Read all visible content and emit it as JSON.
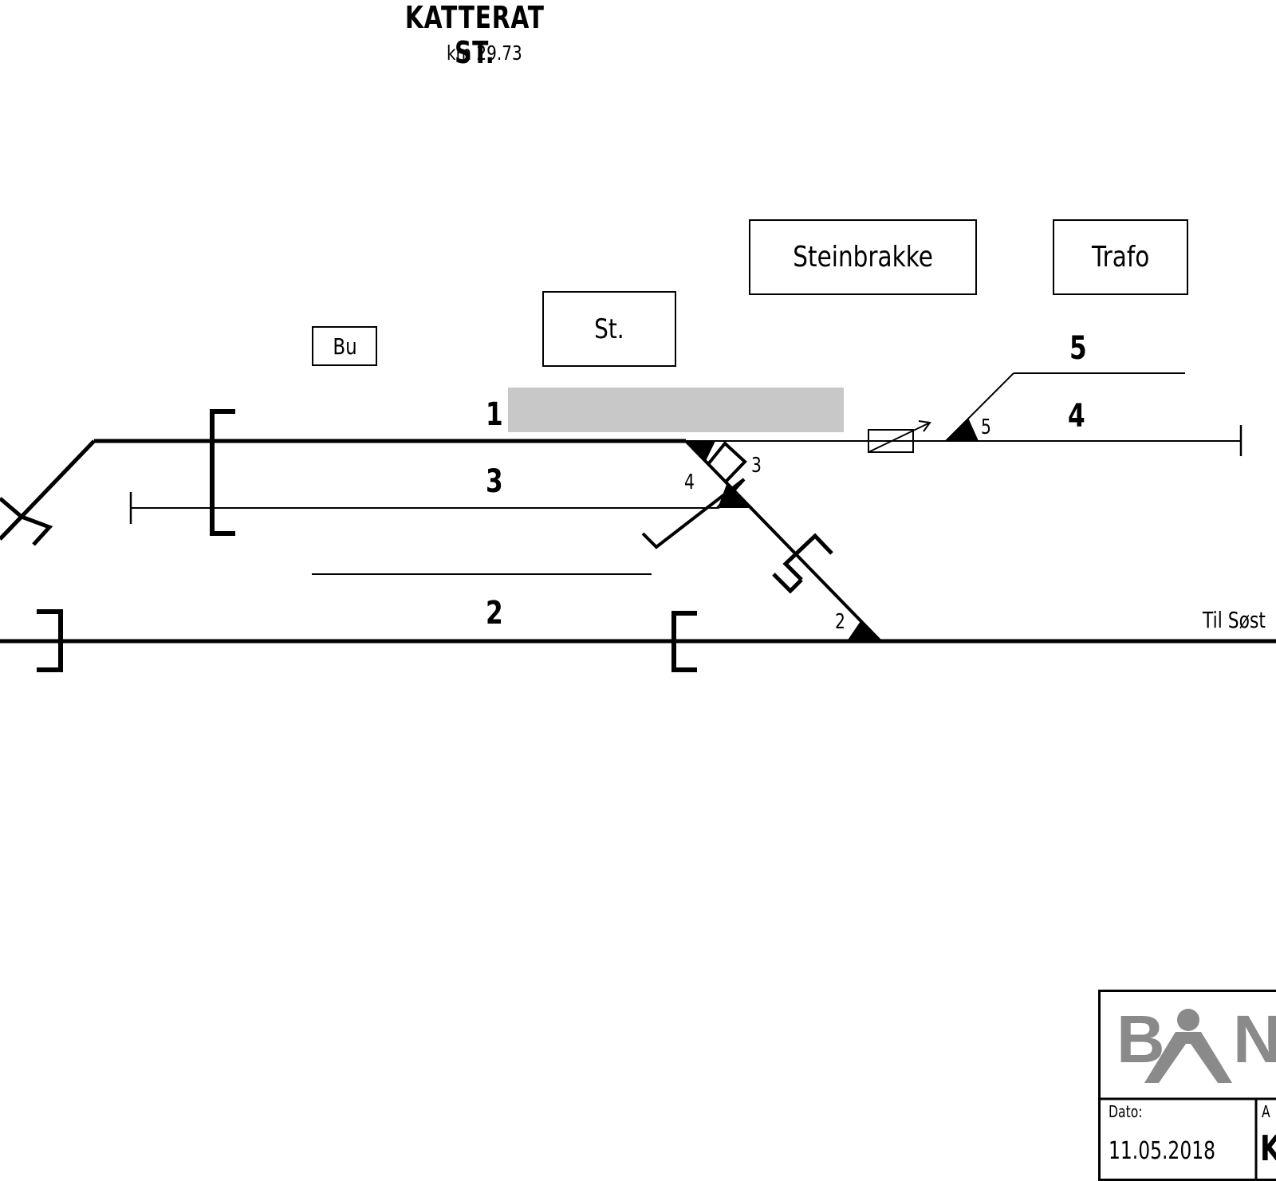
{
  "station": {
    "name": "KATTERAT ST.",
    "km": "km 29.73"
  },
  "buildings": {
    "bu": "Bu",
    "st": "St.",
    "steinbrakke": "Steinbrakke",
    "trafo": "Trafo"
  },
  "tracks": {
    "t1": "1",
    "t2": "2",
    "t3": "3",
    "t4": "4",
    "t5": "5"
  },
  "switches": {
    "s2": "2",
    "s3": "3",
    "s4": "4",
    "s5": "5"
  },
  "direction": {
    "right": "Til Søst"
  },
  "title_block": {
    "logo_text": "BAN",
    "dato_label": "Dato:",
    "dato_value": "11.05.2018",
    "right_label": "A",
    "right_value": "K"
  },
  "colors": {
    "platform": "#c8c8c8",
    "logo": "#8a8a8a"
  }
}
